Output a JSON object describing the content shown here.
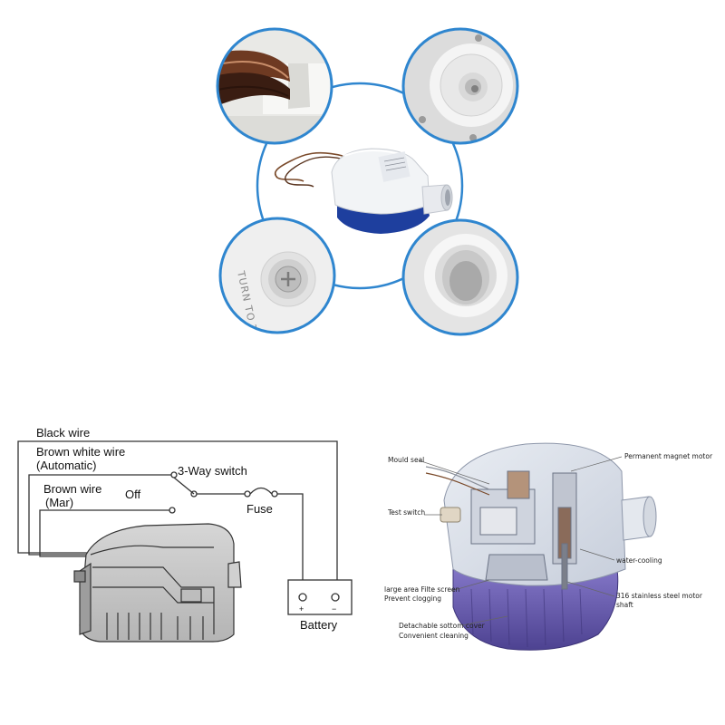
{
  "colors": {
    "ring": "#2f86cf",
    "pump_blue": "#1e3f9e",
    "pump_white": "#f2f4f6",
    "cutaway_purple": "#6f62b4",
    "wire_line": "#333333"
  },
  "photo_panel": {
    "detail_details": [
      "wire-entry-closeup",
      "outlet-base-closeup",
      "test-switch-closeup",
      "outlet-nozzle-closeup"
    ],
    "turn_to_test_text": "TURN TO TEST"
  },
  "wiring_diagram": {
    "black_wire": "Black wire",
    "brown_white_wire": "Brown white wire",
    "automatic": "(Automatic)",
    "switch": "3-Way switch",
    "brown_wire": "Brown wire",
    "manual": "(Mar)",
    "off": "Off",
    "fuse": "Fuse",
    "battery": "Battery",
    "plus": "+",
    "minus": "−"
  },
  "cutaway": {
    "mould_seal": "Mould seal",
    "test_switch": "Test switch",
    "filter_1": "large area Filte screen",
    "filter_2": "Prevent clogging",
    "bottom_1": "Detachable sottom cover",
    "bottom_2": "Convenient cleaning",
    "motor": "Permanent magnet motor",
    "water_cooling": "water-cooling",
    "shaft_1": "316 stainless steel motor",
    "shaft_2": "shaft"
  }
}
